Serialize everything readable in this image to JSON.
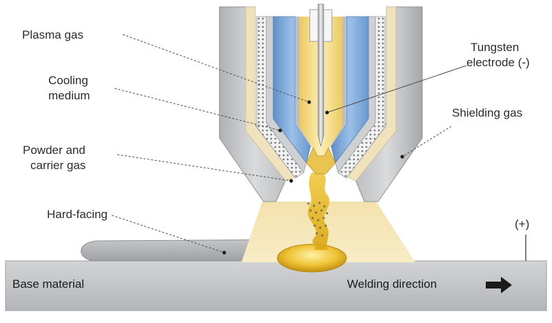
{
  "labels": {
    "plasma_gas": "Plasma gas",
    "cooling_medium_1": "Cooling",
    "cooling_medium_2": "medium",
    "powder_1": "Powder and",
    "powder_2": "carrier gas",
    "hard_facing": "Hard-facing",
    "tungsten_1": "Tungsten",
    "tungsten_2": "electrode (-)",
    "shielding_gas": "Shielding gas",
    "positive": "(+)",
    "base_material": "Base material",
    "welding_direction": "Welding direction"
  },
  "colors": {
    "nozzle_outer": "#c9cacc",
    "nozzle_outer_dark": "#9fa1a4",
    "nozzle_liner": "#efe2bd",
    "cooling_blue": "#6f9fd6",
    "cooling_blue_light": "#a9c8ea",
    "plasma_yellow": "#f2d57a",
    "plasma_core": "#f7e7a8",
    "arc_gold": "#e3b21d",
    "shield_cone": "#f6e7b8",
    "base_gray": "#bfc1c3",
    "bead_gray": "#a8aaad",
    "pool_gold": "#d9a61a",
    "electrode": "#d8d9db",
    "leader_line": "#4a4a4a"
  }
}
